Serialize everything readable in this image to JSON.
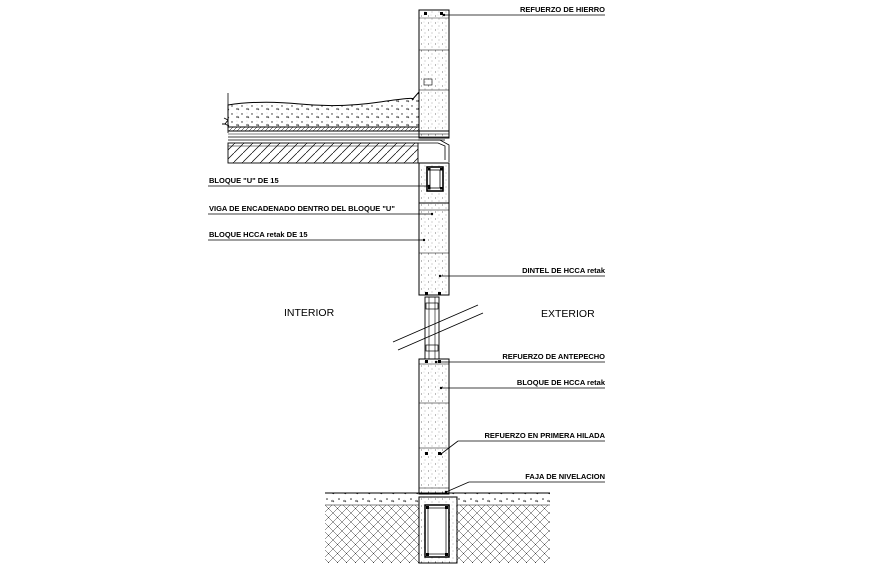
{
  "labels": {
    "refuerzo_hierro": "REFUERZO DE HIERRO",
    "bloque_u": "BLOQUE \"U\" DE 15",
    "viga_encadenado": "VIGA DE ENCADENADO DENTRO DEL BLOQUE \"U\"",
    "bloque_hcca_15": "BLOQUE HCCA retak DE 15",
    "dintel": "DINTEL DE HCCA retak",
    "interior": "INTERIOR",
    "exterior": "EXTERIOR",
    "refuerzo_antepecho": "REFUERZO DE ANTEPECHO",
    "bloque_hcca": "BLOQUE DE HCCA retak",
    "refuerzo_hilada": "REFUERZO EN PRIMERA HILADA",
    "faja": "FAJA DE NIVELACION"
  }
}
